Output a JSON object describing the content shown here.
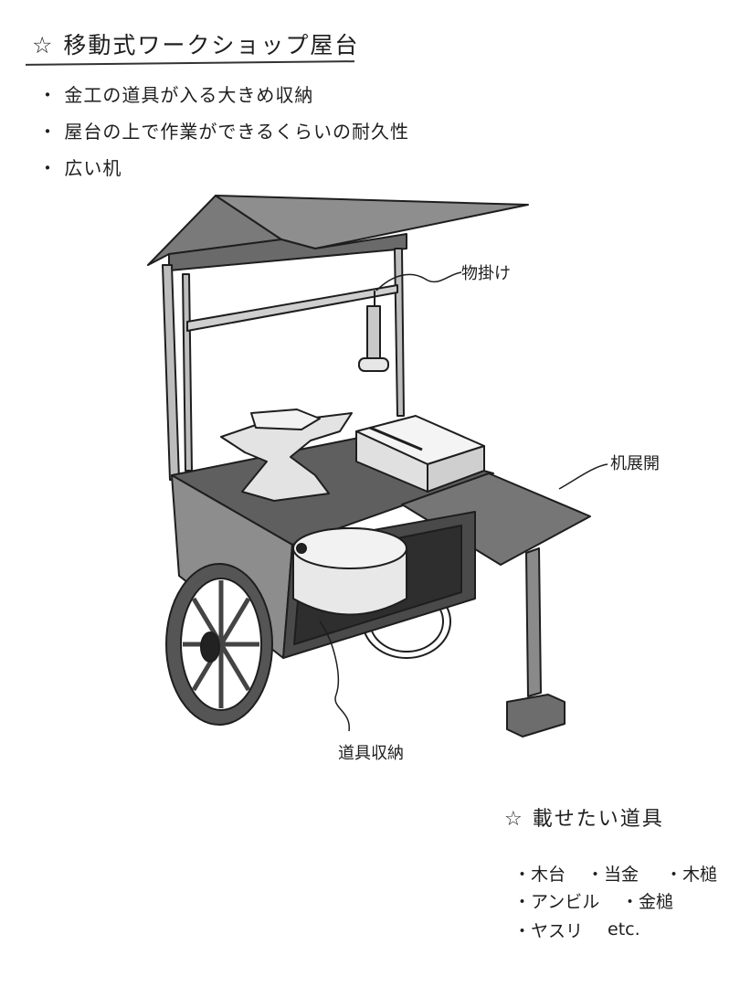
{
  "title": {
    "star": "☆",
    "text": "移動式ワークショップ屋台"
  },
  "requirements": [
    "金工の道具が入る大きめ収納",
    "屋台の上で作業ができるくらいの耐久性",
    "広い机"
  ],
  "labels": {
    "hanger": "物掛け",
    "desk_extension": "机展開",
    "tool_storage": "道具収納"
  },
  "tools_section": {
    "star": "☆",
    "title": "載せたい道具",
    "items": [
      "木台",
      "当金",
      "木槌",
      "アンビル",
      "金槌",
      "ヤスリ"
    ],
    "suffix": "etc."
  },
  "colors": {
    "ink": "#1e1e1e",
    "dark_gray": "#5f5f5f",
    "mid_gray": "#8a8a8a",
    "light_gray": "#d4d4d4"
  }
}
